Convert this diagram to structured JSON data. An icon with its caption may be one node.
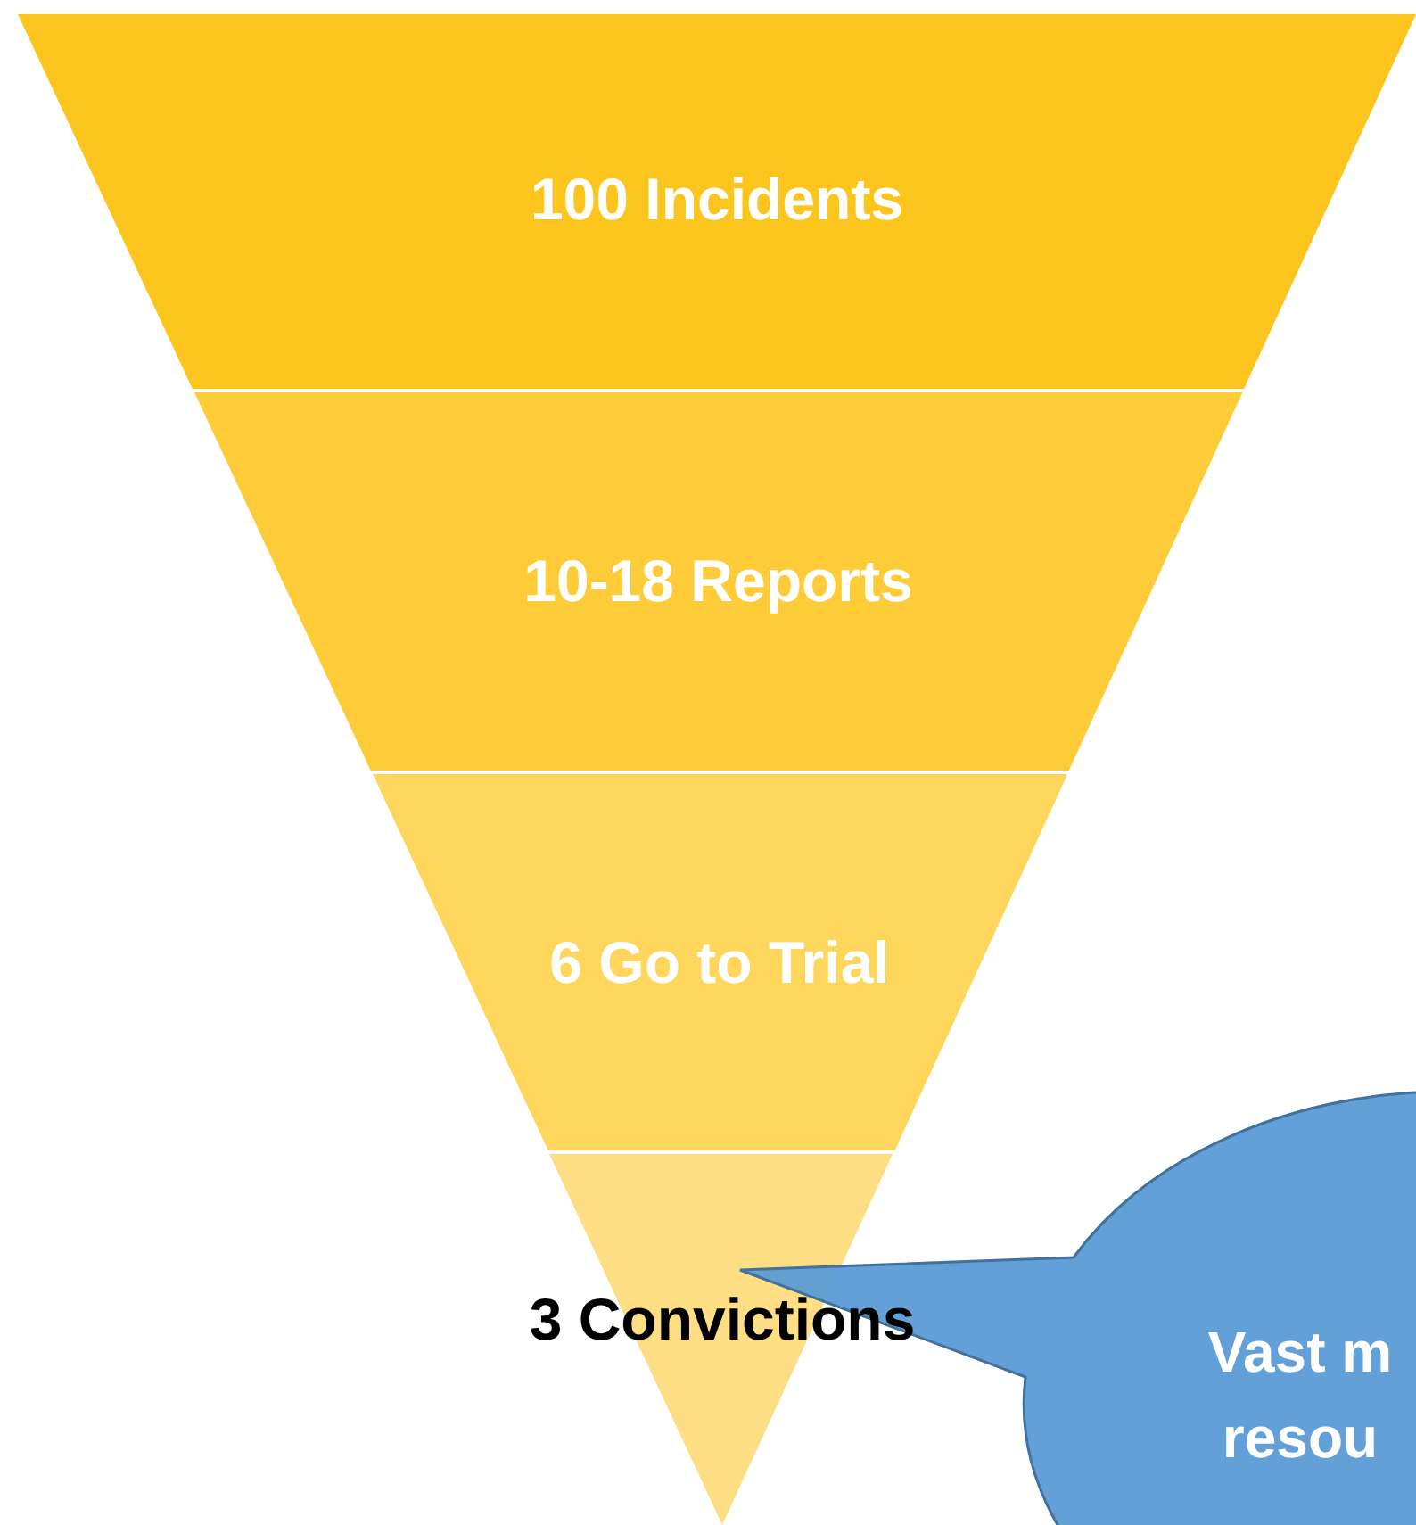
{
  "diagram": {
    "nodes": [
      {
        "text": [
          "100 Incidents"
        ]
      },
      {
        "text": [
          "10-18 Reports"
        ]
      },
      {
        "text": [
          "6 Go to Trial"
        ]
      },
      {
        "text": [
          "3 Convictions"
        ]
      },
      {
        "text": [
          "Vast m resou"
        ]
      }
    ]
  }
}
